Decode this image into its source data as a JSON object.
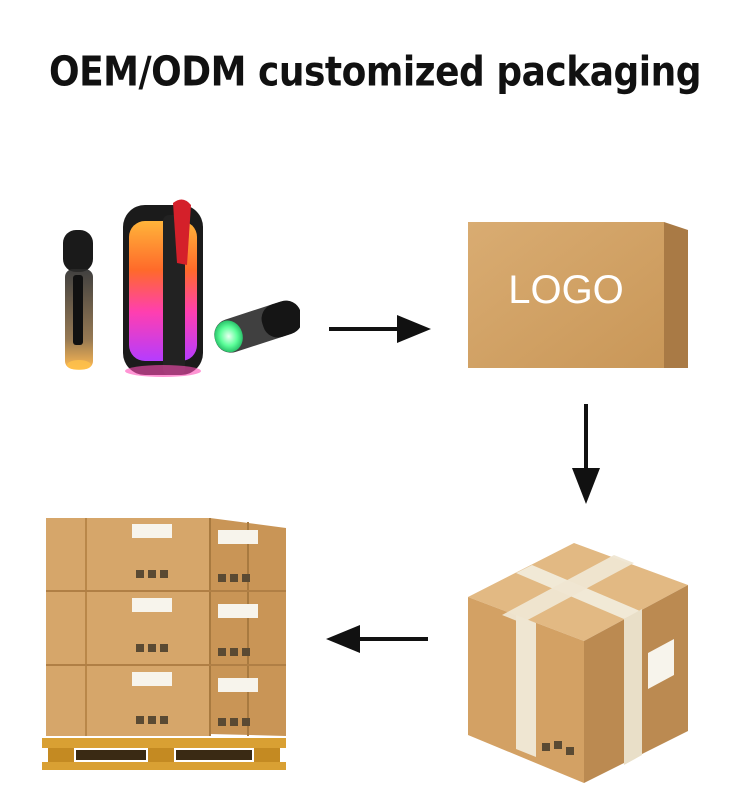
{
  "title": "OEM/ODM customized packaging",
  "box_logo_text": "LOGO",
  "colors": {
    "cardboard": "#d7a86c",
    "cardboard_dark": "#b78650",
    "cardboard_light": "#e6c08c",
    "tape": "#efe6d2",
    "arrow": "#111111"
  },
  "steps": [
    {
      "name": "product",
      "icon": "speaker-and-microphones"
    },
    {
      "name": "retail-box",
      "icon": "logo-box-icon"
    },
    {
      "name": "shipping-carton",
      "icon": "taped-carton-icon"
    },
    {
      "name": "pallet",
      "icon": "palletized-cartons-icon"
    }
  ]
}
